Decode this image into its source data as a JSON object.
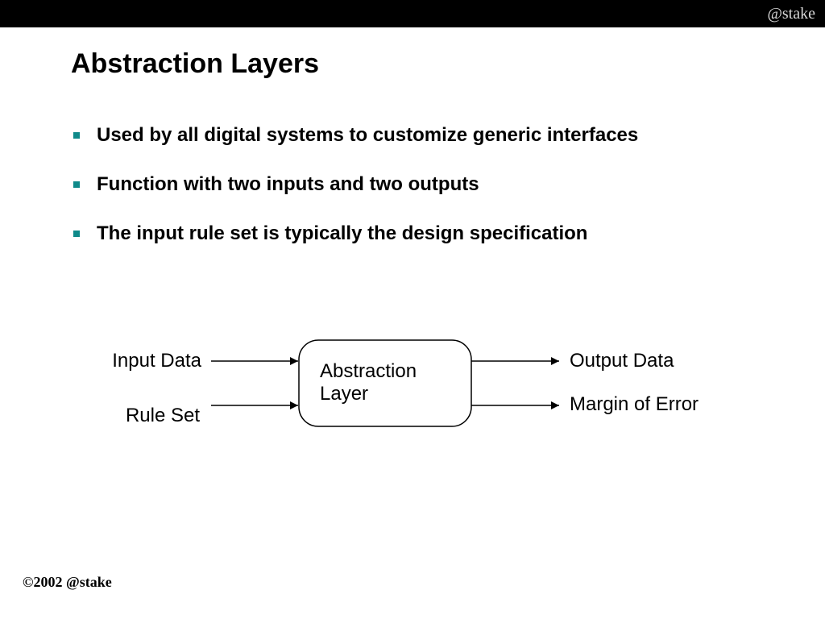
{
  "header": {
    "brand": "@stake"
  },
  "slide": {
    "title": "Abstraction Layers",
    "bullets": [
      "Used by all digital systems to customize generic interfaces",
      "Function with two inputs and two outputs",
      "The input rule set is typically the design specification"
    ]
  },
  "diagram": {
    "inputs": [
      "Input Data",
      "Rule Set"
    ],
    "box_lines": [
      "Abstraction",
      "Layer"
    ],
    "outputs": [
      "Output Data",
      "Margin of Error"
    ]
  },
  "footer": {
    "copyright": "©2002 @stake"
  },
  "colors": {
    "topbar": "#000000",
    "bullet_marker": "#0f8a8a",
    "brand_text": "#d8d8d8"
  }
}
